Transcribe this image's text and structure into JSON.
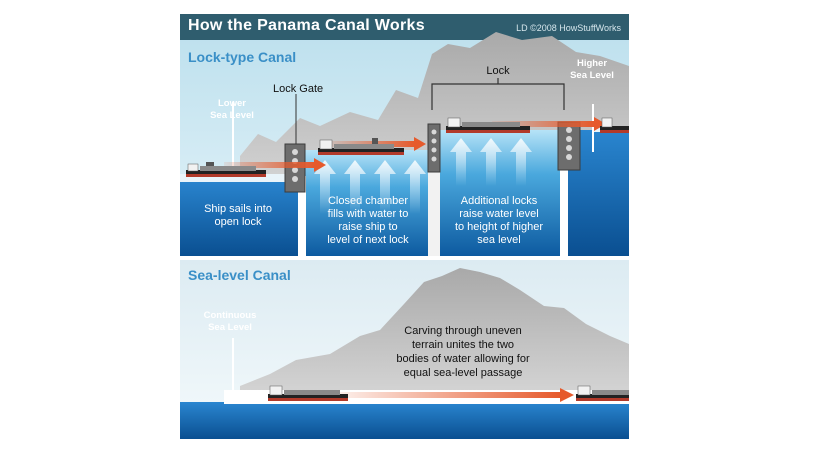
{
  "title": "How the Panama Canal Works",
  "credit": "LD ©2008 HowStuffWorks",
  "lock_canal": {
    "heading": "Lock-type Canal",
    "lower_sea_level": [
      "Lower",
      "Sea Level"
    ],
    "higher_sea_level": [
      "Higher",
      "Sea Level"
    ],
    "lock_gate": "Lock Gate",
    "lock": "Lock",
    "caption_1": [
      "Ship sails into",
      "open lock"
    ],
    "caption_2": [
      "Closed chamber",
      "fills with water to",
      "raise ship to",
      "level of next lock"
    ],
    "caption_3": [
      "Additional locks",
      "raise water level",
      "to height of higher",
      "sea level"
    ]
  },
  "sea_level_canal": {
    "heading": "Sea-level Canal",
    "continuous_sea_level": [
      "Continuous",
      "Sea Level"
    ],
    "caption": [
      "Carving through uneven",
      "terrain unites the two",
      "bodies of water allowing for",
      "equal sea-level passage"
    ]
  },
  "colors": {
    "title_bar": "#2f5d6e",
    "sky": "#cde8f2",
    "mountain": "#b8b8b8",
    "water_deep": "#0b5fa5",
    "water_light": "#5db8e6",
    "arrow": "#e65a2c",
    "heading": "#3a8fc7"
  }
}
